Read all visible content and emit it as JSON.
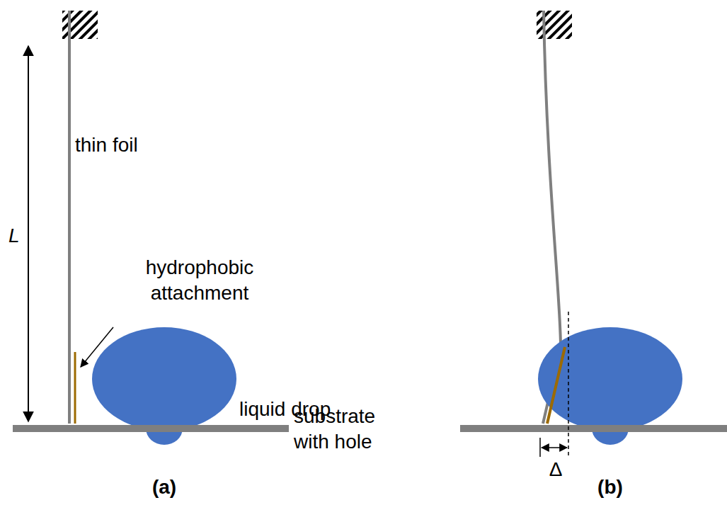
{
  "diagram": {
    "labels": [
      "L",
      "thin foil",
      "hydrophobic attachment",
      "liquid drop",
      "substrate with hole",
      "(a)",
      "Δ",
      "(b)"
    ]
  }
}
